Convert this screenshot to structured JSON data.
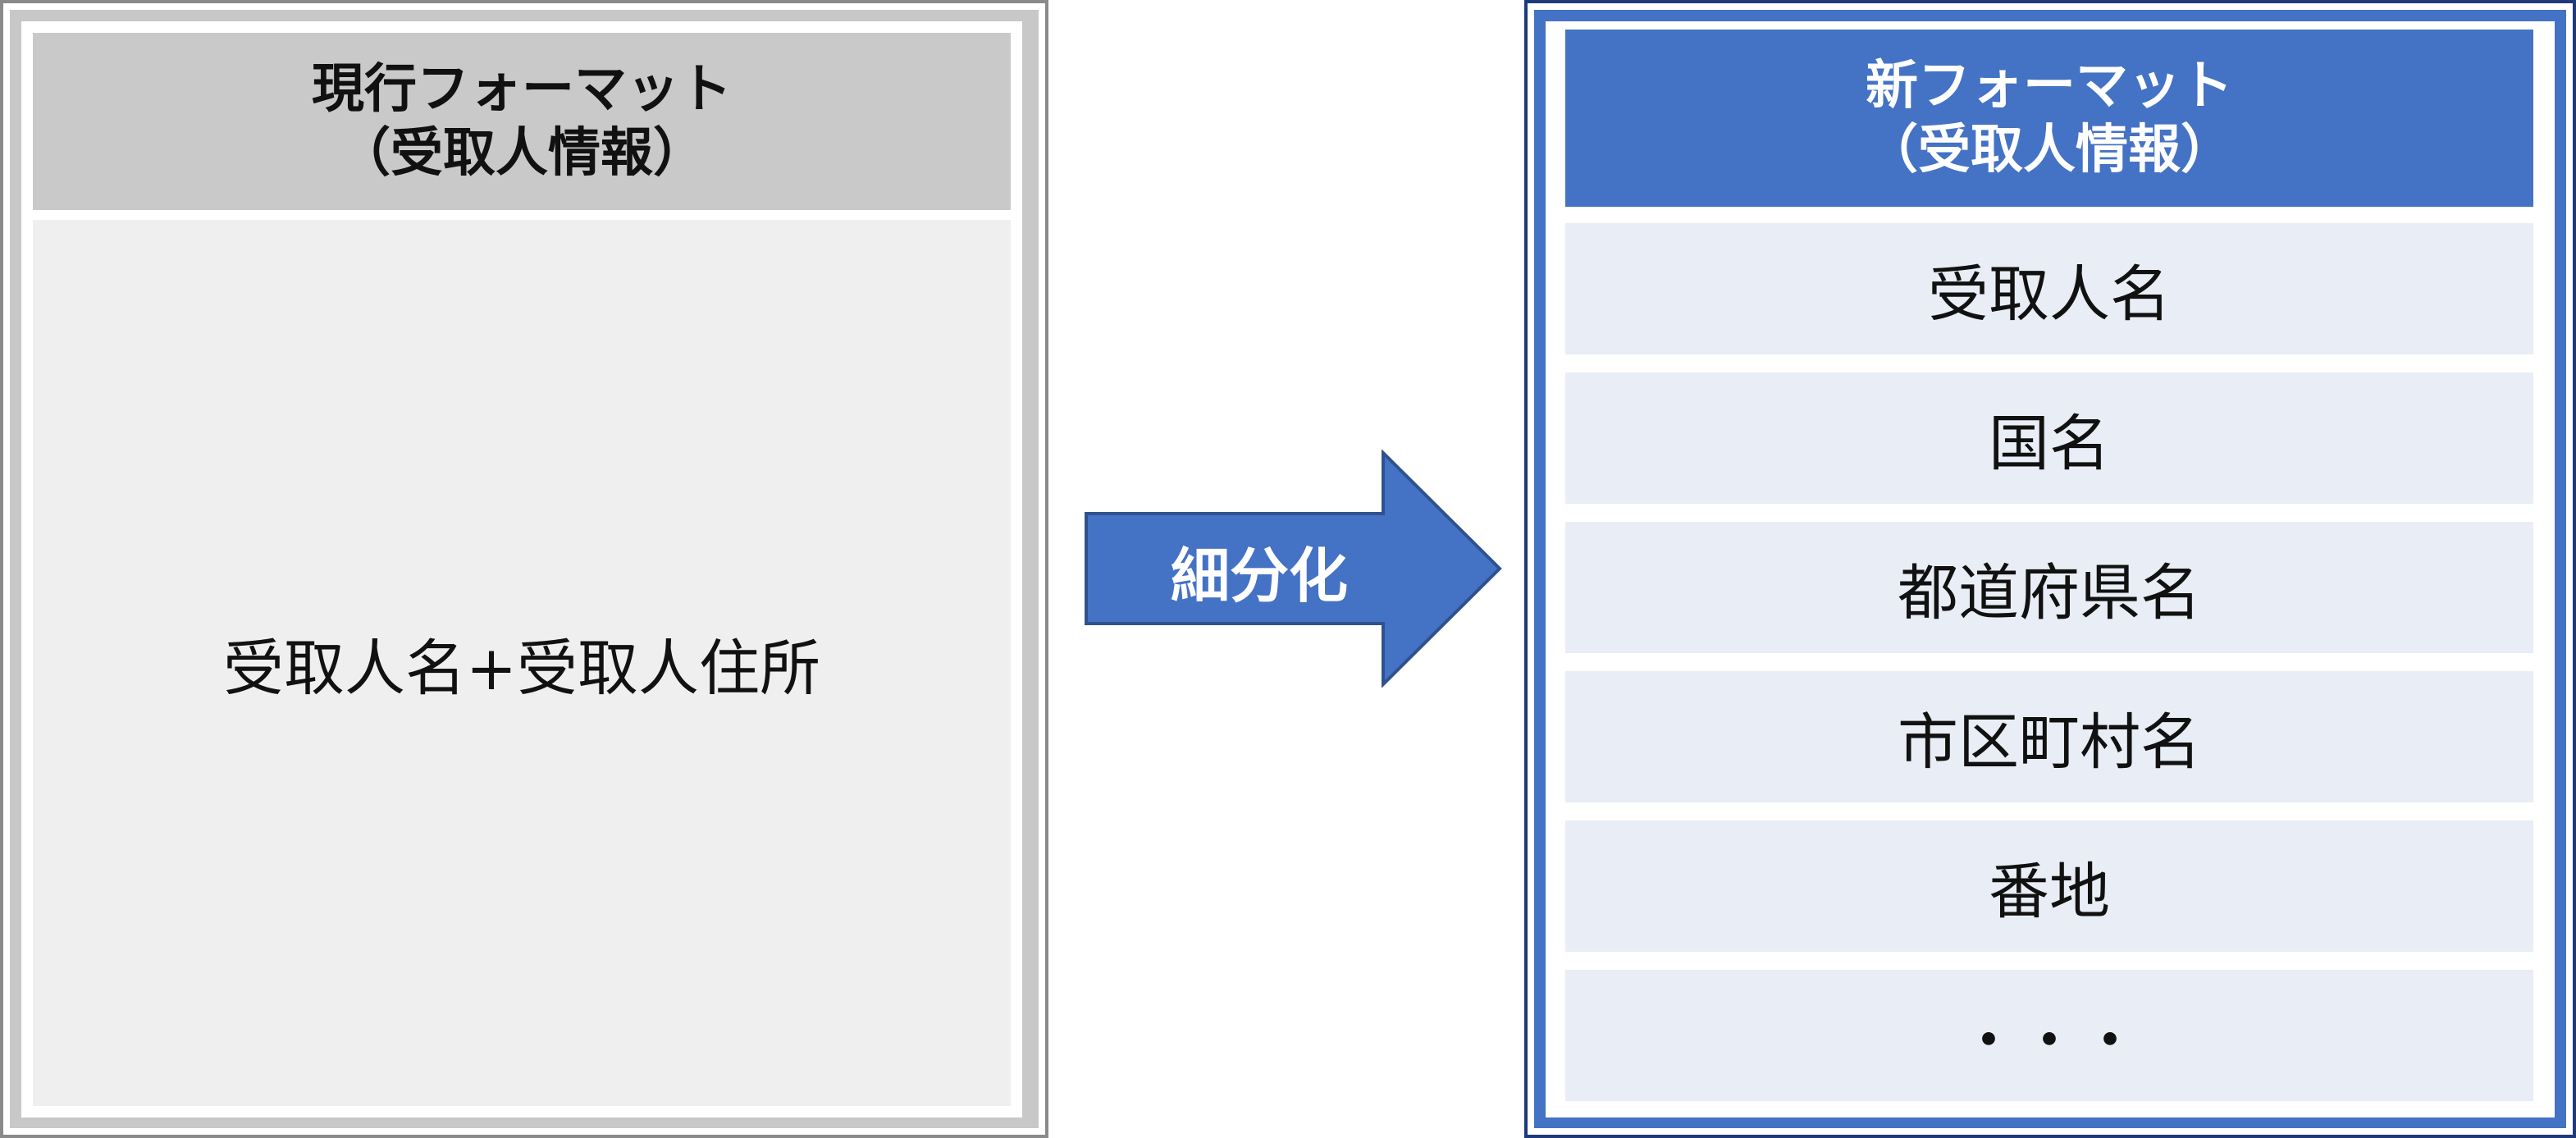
{
  "current_format": {
    "title_line1": "現行フォーマット",
    "title_line2": "（受取人情報）",
    "content": "受取人名+受取人住所",
    "colors": {
      "header_bg": "#c9c9c9",
      "body_bg": "#efefef",
      "border": "#8a8a8a"
    }
  },
  "arrow": {
    "label": "細分化",
    "color": "#4472c4"
  },
  "new_format": {
    "title_line1": "新フォーマット",
    "title_line2": "（受取人情報）",
    "fields": [
      "受取人名",
      "国名",
      "都道府県名",
      "市区町村名",
      "番地",
      "・・・"
    ],
    "colors": {
      "header_bg": "#4472c4",
      "row_bg": "#e9edf5",
      "border": "#1f3a7a"
    }
  }
}
